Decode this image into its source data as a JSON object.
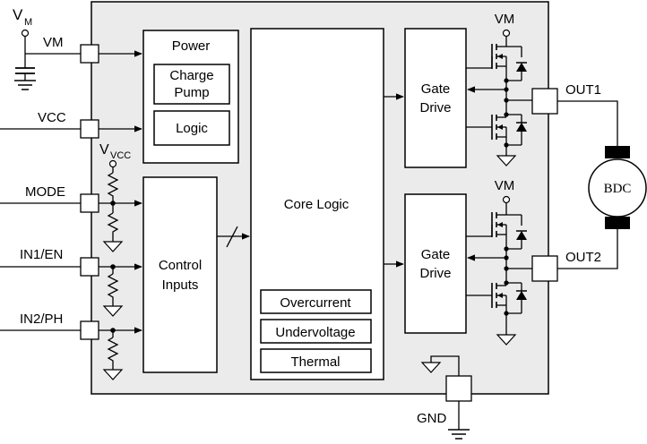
{
  "pins": {
    "vm_pin": "VM",
    "vcc": "VCC",
    "mode": "MODE",
    "in1": "IN1/EN",
    "in2": "IN2/PH",
    "out1": "OUT1",
    "out2": "OUT2",
    "gnd": "GND"
  },
  "supplies": {
    "vm_main": "V",
    "vm_main_sub": "M",
    "vvcc": "V",
    "vvcc_sub": "VCC",
    "vm_top": "VM",
    "vm_bottom": "VM"
  },
  "blocks": {
    "power": "Power",
    "charge_pump_line1": "Charge",
    "charge_pump_line2": "Pump",
    "logic": "Logic",
    "control_line1": "Control",
    "control_line2": "Inputs",
    "core_logic": "Core Logic",
    "overcurrent": "Overcurrent",
    "undervoltage": "Undervoltage",
    "thermal": "Thermal",
    "gate_line1": "Gate",
    "gate_line2": "Drive"
  },
  "motor": {
    "label": "BDC"
  },
  "colors": {
    "chip_fill": "#ebebeb",
    "block_fill": "#ffffff",
    "line": "#000000"
  }
}
